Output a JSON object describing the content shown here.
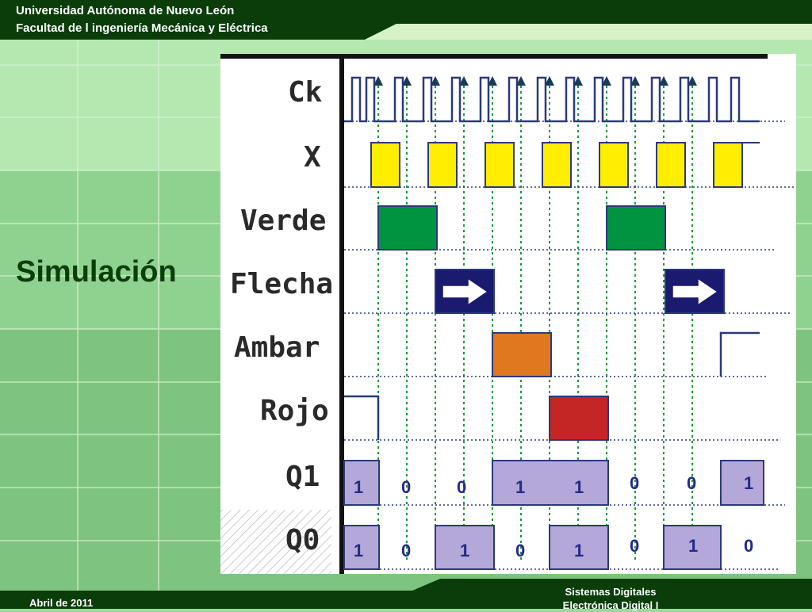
{
  "header": {
    "university": "Universidad Autónoma de Nuevo León",
    "faculty": "Facultad de l ingeniería Mecánica y Eléctrica"
  },
  "slide_title": "Simulación",
  "footer": {
    "date": "Abril de 2011",
    "course_line1": "Sistemas Digitales",
    "course_line2": "Electrónica Digital I"
  },
  "colors": {
    "header_bar": "#0a3d0a",
    "x_pulse": "#ffee00",
    "verde": "#009440",
    "flecha": "#1a1a6e",
    "ambar": "#e07820",
    "rojo": "#c42626",
    "q_fill": "#b4a8d8",
    "line": "#2a3a7a",
    "dotted": "#1a9a3a"
  },
  "icons": {
    "flecha_pulse": "right-arrow-icon"
  },
  "signals": [
    "Ck",
    "X",
    "Verde",
    "Flecha",
    "Ambar",
    "Rojo",
    "Q1",
    "Q0"
  ],
  "q1_bits": [
    "1",
    "0",
    "0",
    "1",
    "1",
    "0",
    "0",
    "1"
  ],
  "q0_bits": [
    "1",
    "0",
    "1",
    "0",
    "1",
    "0",
    "1",
    "0"
  ]
}
